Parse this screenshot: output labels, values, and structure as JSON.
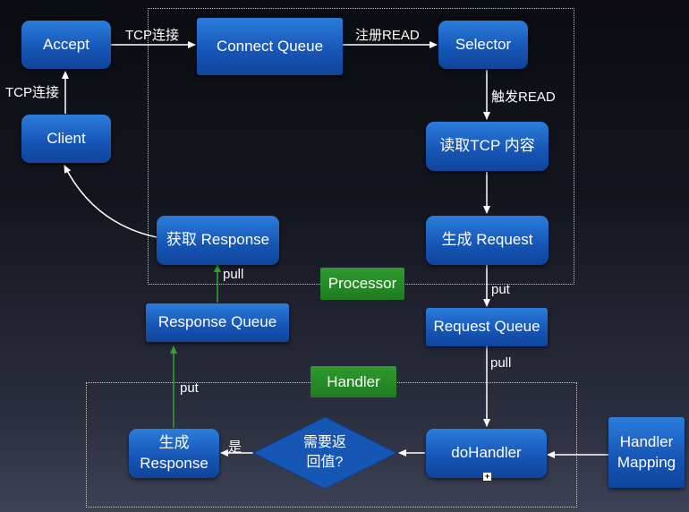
{
  "regions": {
    "processor_label": "Processor",
    "handler_label": "Handler"
  },
  "nodes": {
    "accept": "Accept",
    "client": "Client",
    "connect_queue": "Connect Queue",
    "selector": "Selector",
    "read_tcp": "读取TCP 内容",
    "build_request": "生成 Request",
    "get_response": "获取 Response",
    "response_queue": "Response Queue",
    "request_queue": "Request Queue",
    "do_handler": "doHandler",
    "decision_line1": "需要返",
    "decision_line2": "回值?",
    "build_response_line1": "生成",
    "build_response_line2": "Response",
    "handler_mapping_line1": "Handler",
    "handler_mapping_line2": "Mapping"
  },
  "edges": {
    "tcp_connect_top": "TCP连接",
    "tcp_connect_left": "TCP连接",
    "register_read": "注册READ",
    "trigger_read": "触发READ",
    "pull_response": "pull",
    "put_request": "put",
    "pull_request": "pull",
    "put_response": "put",
    "yes": "是"
  }
}
